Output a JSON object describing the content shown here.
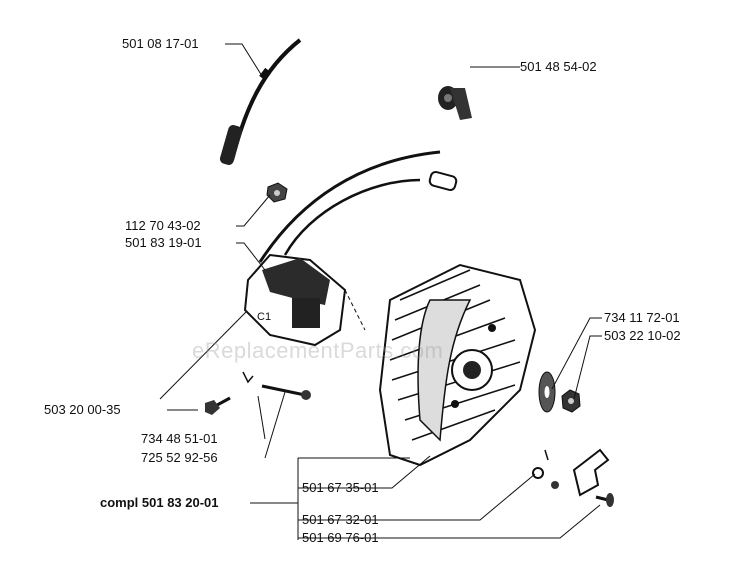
{
  "watermark": "eReplacementParts.com",
  "parts": {
    "p_501_08_17_01": "501 08 17-01",
    "p_501_48_54_02": "501 48 54-02",
    "p_112_70_43_02": "112 70 43-02",
    "p_501_83_19_01": "501 83 19-01",
    "p_734_11_72_01": "734 11 72-01",
    "p_503_22_10_02": "503 22 10-02",
    "p_503_20_00_35": "503 20 00-35",
    "p_734_48_51_01": "734 48 51-01",
    "p_725_52_92_56": "725 52 92-56",
    "p_501_67_35_01": "501 67 35-01",
    "p_compl": "compl 501 83 20-01",
    "p_501_67_32_01": "501 67 32-01",
    "p_501_69_76_01": "501 69 76-01"
  }
}
